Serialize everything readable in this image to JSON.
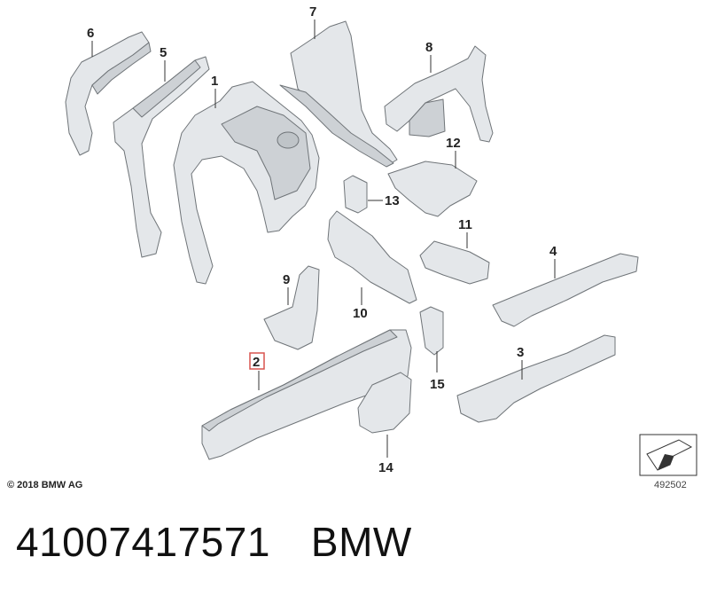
{
  "callouts": [
    {
      "id": "1",
      "label": "1",
      "highlighted": false
    },
    {
      "id": "2",
      "label": "2",
      "highlighted": true
    },
    {
      "id": "3",
      "label": "3",
      "highlighted": false
    },
    {
      "id": "4",
      "label": "4",
      "highlighted": false
    },
    {
      "id": "5",
      "label": "5",
      "highlighted": false
    },
    {
      "id": "6",
      "label": "6",
      "highlighted": false
    },
    {
      "id": "7",
      "label": "7",
      "highlighted": false
    },
    {
      "id": "8",
      "label": "8",
      "highlighted": false
    },
    {
      "id": "9",
      "label": "9",
      "highlighted": false
    },
    {
      "id": "10",
      "label": "10",
      "highlighted": false
    },
    {
      "id": "11",
      "label": "11",
      "highlighted": false
    },
    {
      "id": "12",
      "label": "12",
      "highlighted": false
    },
    {
      "id": "13",
      "label": "13",
      "highlighted": false
    },
    {
      "id": "14",
      "label": "14",
      "highlighted": false
    },
    {
      "id": "15",
      "label": "15",
      "highlighted": false
    }
  ],
  "copyright": "© 2018 BMW AG",
  "diagram_ref": "492502",
  "footer": {
    "part_number": "41007417571",
    "brand": "BMW"
  },
  "colors": {
    "highlight": "#d9534f",
    "part_fill": "#e4e7ea",
    "part_stroke": "#6f7478"
  },
  "icons": {
    "orientation": "arrow-orientation-icon"
  }
}
